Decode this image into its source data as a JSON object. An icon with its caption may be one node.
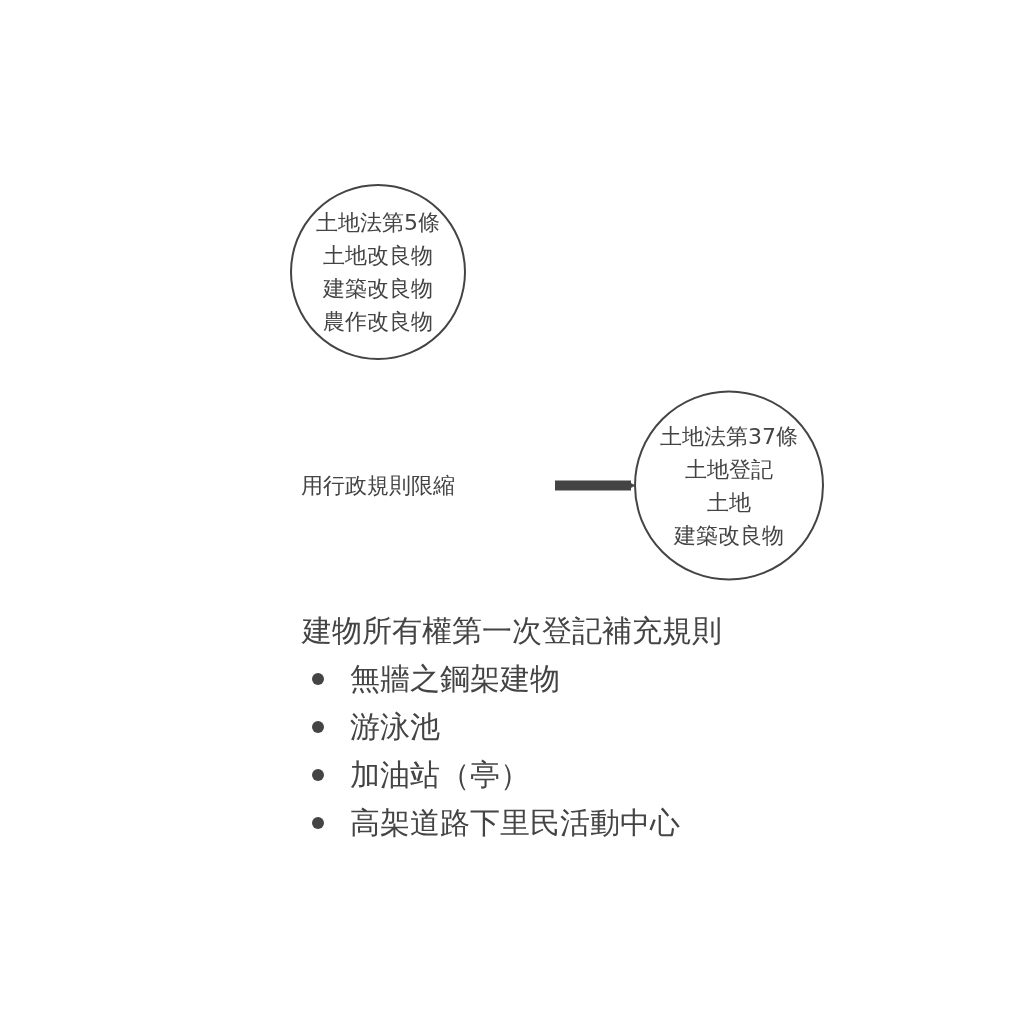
{
  "diagram": {
    "nodes": [
      {
        "text": [
          "土地法第5條",
          "土地改良物",
          "建築改良物",
          "農作改良物"
        ]
      },
      {
        "text": [
          "土地法第37條",
          "土地登記",
          "土地",
          "建築改良物"
        ]
      },
      {
        "text": [
          "用行政規則限縮"
        ]
      }
    ],
    "edges": [
      {
        "from": 2,
        "to": 1,
        "arrow": "to"
      }
    ],
    "labels": [
      "建物所有權第一次登記補充規則",
      "無牆之鋼架建物",
      "游泳池",
      "加油站（亭）",
      "高架道路下里民活動中心"
    ]
  }
}
